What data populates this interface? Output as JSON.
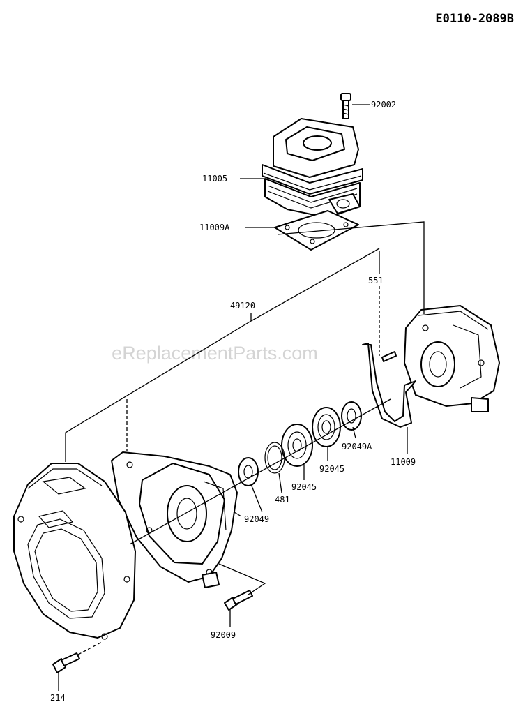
{
  "diagram_code": "E0110-2089B",
  "watermark": "eReplacementParts.com",
  "callouts": [
    {
      "id": "92002",
      "text": "92002"
    },
    {
      "id": "11005",
      "text": "11005"
    },
    {
      "id": "11009A",
      "text": "11009A"
    },
    {
      "id": "551",
      "text": "551"
    },
    {
      "id": "49120",
      "text": "49120"
    },
    {
      "id": "92049A",
      "text": "92049A"
    },
    {
      "id": "11009",
      "text": "11009"
    },
    {
      "id": "92045a",
      "text": "92045"
    },
    {
      "id": "92045b",
      "text": "92045"
    },
    {
      "id": "481",
      "text": "481"
    },
    {
      "id": "92049",
      "text": "92049"
    },
    {
      "id": "92009",
      "text": "92009"
    },
    {
      "id": "214",
      "text": "214"
    }
  ]
}
